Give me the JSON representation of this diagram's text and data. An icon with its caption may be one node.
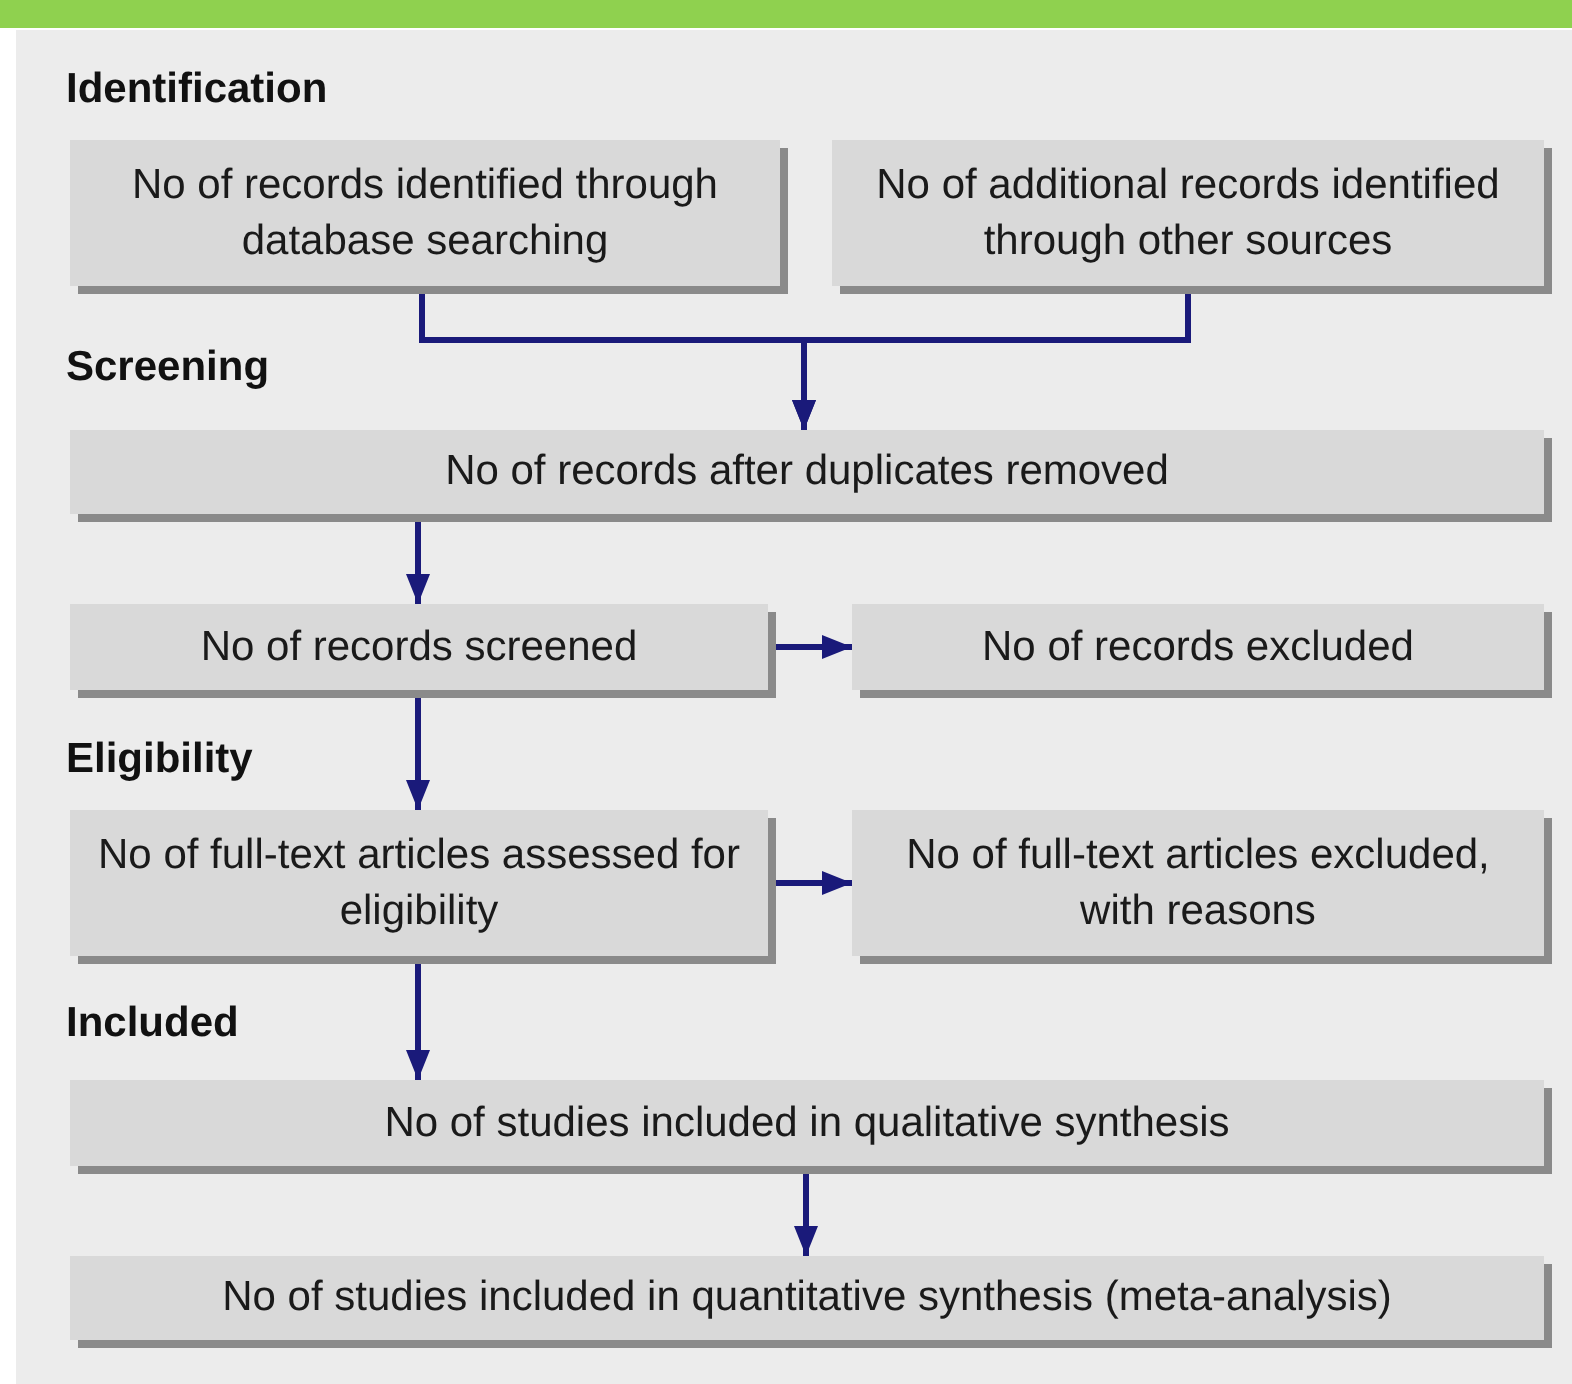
{
  "diagram": {
    "nodes": [
      {
        "text": [
          "No of records identified through database searching"
        ]
      },
      {
        "text": [
          "No of additional records identified through other sources"
        ]
      },
      {
        "text": [
          "No of records after duplicates removed"
        ]
      },
      {
        "text": [
          "No of records screened"
        ]
      },
      {
        "text": [
          "No of records excluded"
        ]
      },
      {
        "text": [
          "No of full-text articles assessed for eligibility"
        ]
      },
      {
        "text": [
          "No of full-text articles excluded, with reasons"
        ]
      },
      {
        "text": [
          "No of studies included in qualitative synthesis"
        ]
      },
      {
        "text": [
          "No of studies included in quantitative synthesis (meta-analysis)"
        ]
      }
    ],
    "edges": [
      {
        "from": 0,
        "to": 2,
        "arrow": "to"
      },
      {
        "from": 1,
        "to": 2,
        "arrow": "to"
      },
      {
        "from": 2,
        "to": 3,
        "arrow": "to"
      },
      {
        "from": 3,
        "to": 4,
        "arrow": "to"
      },
      {
        "from": 3,
        "to": 5,
        "arrow": "to"
      },
      {
        "from": 5,
        "to": 6,
        "arrow": "to"
      },
      {
        "from": 5,
        "to": 7,
        "arrow": "to"
      },
      {
        "from": 7,
        "to": 8,
        "arrow": "to"
      }
    ],
    "labels": [
      "Identification",
      "Screening",
      "Eligibility",
      "Included"
    ]
  }
}
